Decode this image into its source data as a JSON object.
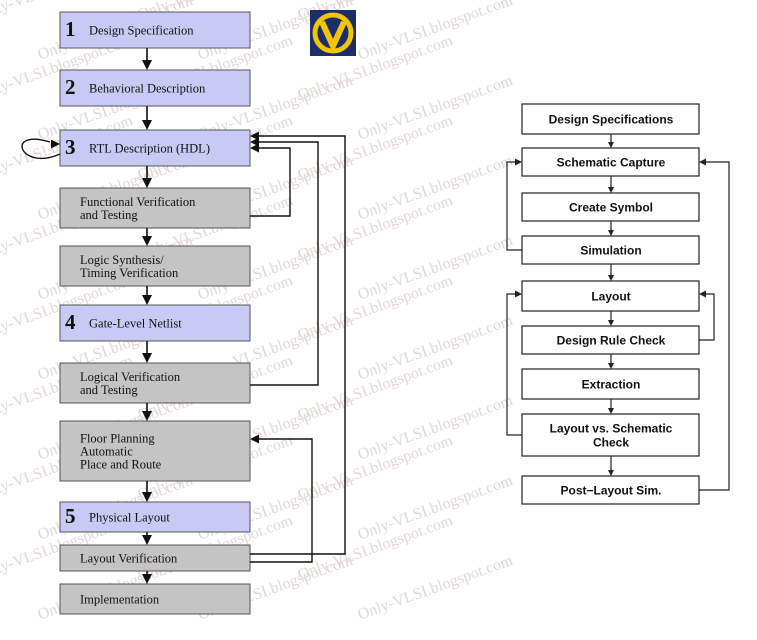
{
  "watermark": {
    "text": "Only-VLSI.blogspot.com",
    "color": "#e3d6d6"
  },
  "logo": {
    "letter": "V",
    "fg": "#f2c500",
    "bg": "#1b2d6b"
  },
  "left_flow": {
    "colors": {
      "design_step": "#c9c9f5",
      "verification_step": "#c4c4c4",
      "border": "#555555",
      "arrow": "#111111"
    },
    "steps": [
      {
        "id": "L1",
        "number": "1",
        "lines": [
          "Design Specification"
        ],
        "kind": "design_step"
      },
      {
        "id": "L2",
        "number": "2",
        "lines": [
          "Behavioral Description"
        ],
        "kind": "design_step"
      },
      {
        "id": "L3",
        "number": "3",
        "lines": [
          "RTL Description (HDL)"
        ],
        "kind": "design_step"
      },
      {
        "id": "L4",
        "number": "",
        "lines": [
          "Functional Verification",
          "and Testing"
        ],
        "kind": "verification_step"
      },
      {
        "id": "L5",
        "number": "",
        "lines": [
          "Logic Synthesis/",
          "Timing Verification"
        ],
        "kind": "verification_step"
      },
      {
        "id": "L6",
        "number": "4",
        "lines": [
          "Gate-Level Netlist"
        ],
        "kind": "design_step"
      },
      {
        "id": "L7",
        "number": "",
        "lines": [
          "Logical Verification",
          "and Testing"
        ],
        "kind": "verification_step"
      },
      {
        "id": "L8",
        "number": "",
        "lines": [
          "Floor Planning",
          "Automatic",
          "Place and Route"
        ],
        "kind": "verification_step"
      },
      {
        "id": "L9",
        "number": "5",
        "lines": [
          "Physical Layout"
        ],
        "kind": "design_step"
      },
      {
        "id": "L10",
        "number": "",
        "lines": [
          "Layout Verification"
        ],
        "kind": "verification_step"
      },
      {
        "id": "L11",
        "number": "",
        "lines": [
          "Implementation"
        ],
        "kind": "verification_step"
      }
    ]
  },
  "right_flow": {
    "colors": {
      "box_fill": "#ffffff",
      "border": "#222222",
      "arrow": "#222222"
    },
    "steps": [
      {
        "id": "R1",
        "lines": [
          "Design Specifications"
        ]
      },
      {
        "id": "R2",
        "lines": [
          "Schematic Capture"
        ]
      },
      {
        "id": "R3",
        "lines": [
          "Create Symbol"
        ]
      },
      {
        "id": "R4",
        "lines": [
          "Simulation"
        ]
      },
      {
        "id": "R5",
        "lines": [
          "Layout"
        ]
      },
      {
        "id": "R6",
        "lines": [
          "Design Rule Check"
        ]
      },
      {
        "id": "R7",
        "lines": [
          "Extraction"
        ]
      },
      {
        "id": "R8",
        "lines": [
          "Layout vs. Schematic",
          "Check"
        ]
      },
      {
        "id": "R9",
        "lines": [
          "Post−Layout Sim."
        ]
      }
    ]
  }
}
